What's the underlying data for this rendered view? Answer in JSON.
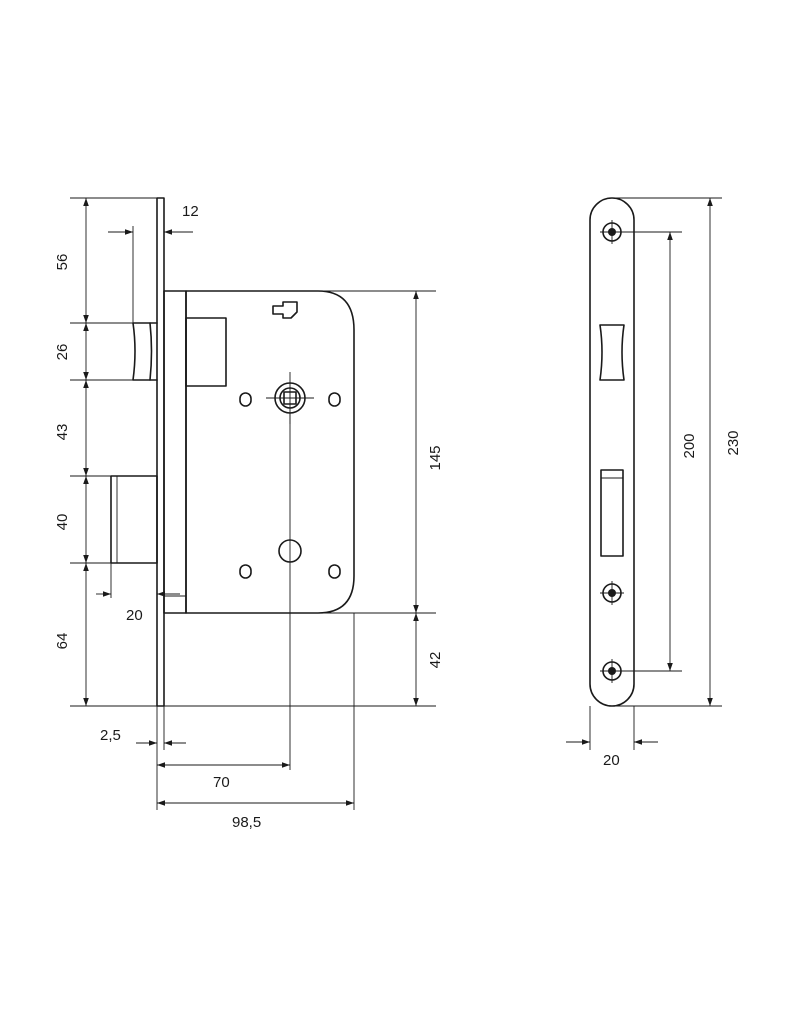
{
  "dimensions": {
    "faceplate_thickness": "12",
    "top_to_latch": "56",
    "latch_height": "26",
    "latch_to_bolt": "43",
    "bolt_height": "40",
    "bolt_projection": "20",
    "bolt_to_bottom": "64",
    "plate_thickness": "2,5",
    "backset": "70",
    "case_depth": "98,5",
    "case_height": "145",
    "case_to_bottom": "42",
    "screw_spacing": "200",
    "plate_length": "230",
    "plate_width": "20"
  },
  "colors": {
    "line": "#1a1a1a",
    "background": "#ffffff"
  }
}
